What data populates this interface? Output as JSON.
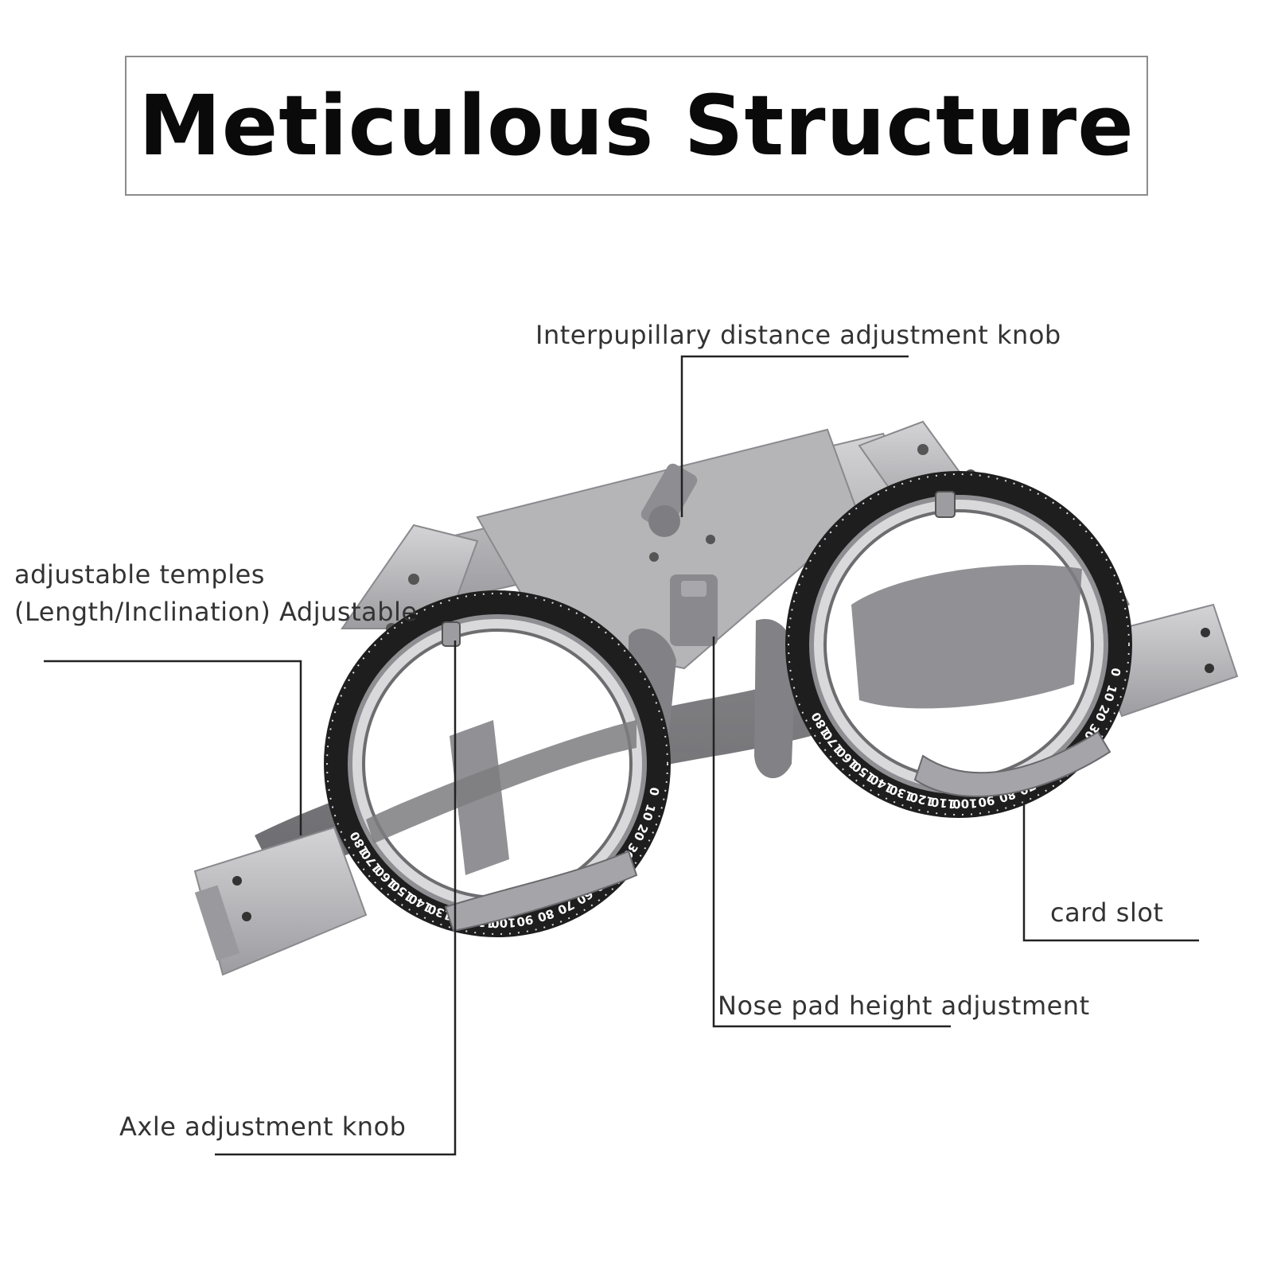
{
  "title": "Meticulous Structure",
  "labels": {
    "ipd_knob": "Interpupillary distance adjustment knob",
    "temples_line1": "adjustable temples",
    "temples_line2": "(Length/Inclination) Adjustable",
    "card_slot": "card slot",
    "nose_pad": "Nose pad height adjustment",
    "axle_knob": "Axle adjustment knob"
  },
  "dial_numbers": [
    "180",
    "170",
    "160",
    "150",
    "140",
    "130",
    "120",
    "110",
    "100",
    "90",
    "80",
    "70",
    "60",
    "50",
    "40",
    "30",
    "20",
    "10",
    "0"
  ],
  "colors": {
    "frame_silver": "#b9b9bc",
    "strap_gray": "#7d7d80",
    "dial_black": "#1e1e1e",
    "leader_line": "#222222"
  }
}
